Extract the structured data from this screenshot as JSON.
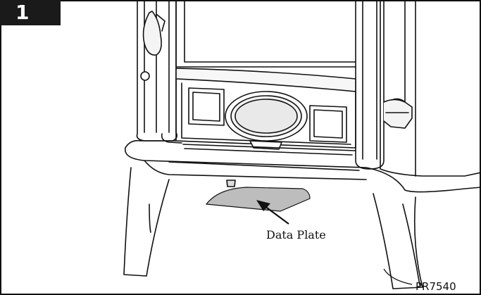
{
  "figure": {
    "step_number": "1",
    "callout_label": "Data Plate",
    "part_number": "PR7540"
  },
  "icons": {
    "arrow": "arrow-pointer-icon",
    "stove": "stove-illustration"
  }
}
